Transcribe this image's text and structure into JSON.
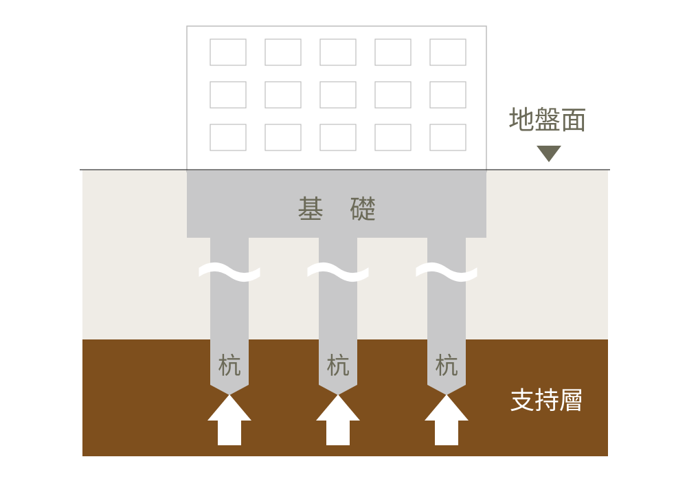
{
  "labels": {
    "ground_level": "地盤面",
    "foundation": "基　礎",
    "pile": "杭",
    "bearing_layer": "支持層"
  },
  "colors": {
    "soil_upper": "#efece6",
    "bearing_layer": "#7e4f1d",
    "concrete": "#c8c8c9",
    "concrete_outline": "#ffffff",
    "building": "#ffffff",
    "building_outline": "#bdbdbd",
    "text_dark": "#6b6a58",
    "text_light": "#ffffff",
    "marker": "#6b6a58",
    "ground_line": "#333333",
    "arrow": "#ffffff"
  },
  "icons": {
    "ground_marker": "triangle-down-icon",
    "support_arrow": "arrow-up-icon"
  }
}
